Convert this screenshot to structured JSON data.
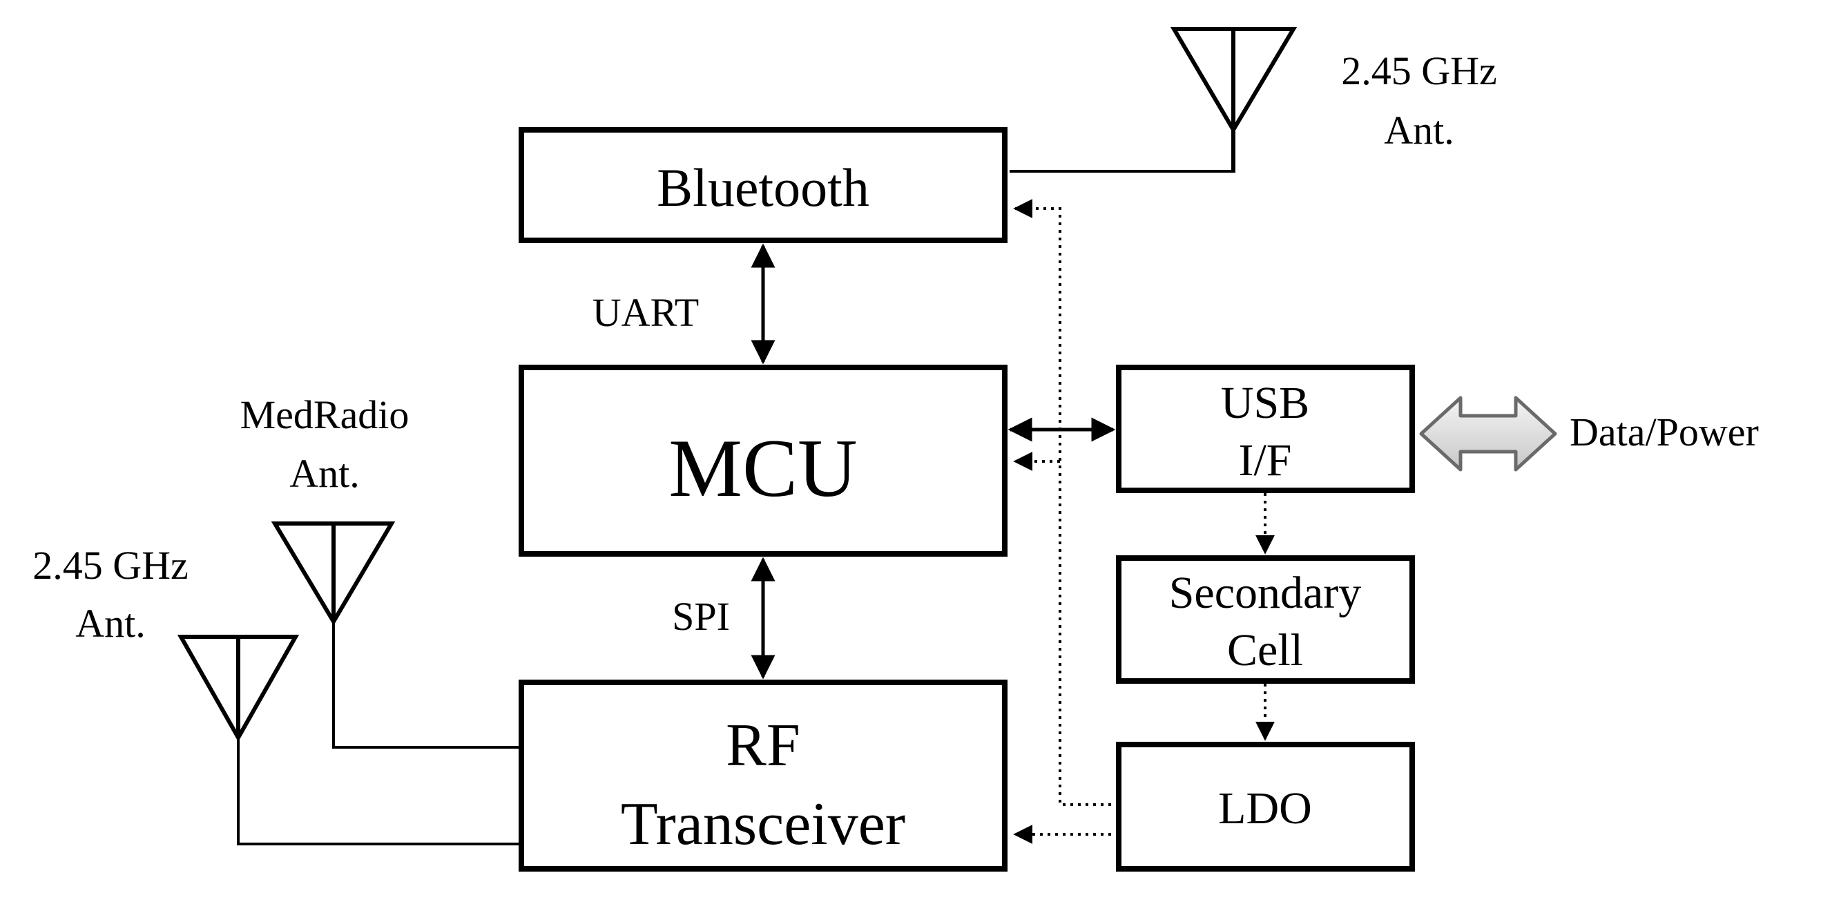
{
  "blocks": {
    "bluetooth": "Bluetooth",
    "mcu": "MCU",
    "rf_line1": "RF",
    "rf_line2": "Transceiver",
    "usb_line1": "USB",
    "usb_line2": "I/F",
    "cell_line1": "Secondary",
    "cell_line2": "Cell",
    "ldo": "LDO"
  },
  "links": {
    "uart": "UART",
    "spi": "SPI",
    "data_power": "Data/Power"
  },
  "antennas": {
    "bt_line1": "2.45 GHz",
    "bt_line2": "Ant.",
    "medradio_line1": "MedRadio",
    "medradio_line2": "Ant.",
    "rf245_line1": "2.45 GHz",
    "rf245_line2": "Ant."
  },
  "colors": {
    "line": "#000000",
    "usb_arrow_fill": "#e0e0e0",
    "usb_arrow_stroke": "#6a6a6a"
  }
}
